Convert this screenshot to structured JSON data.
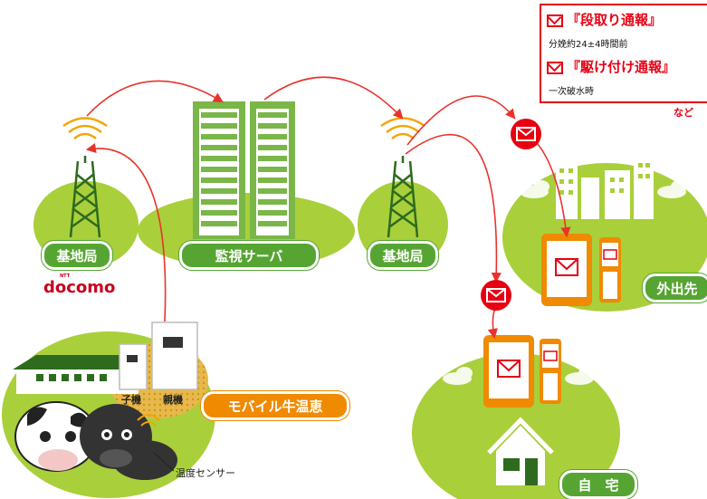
{
  "notice": {
    "items": [
      {
        "title": "『段取り通報』",
        "sub": "分娩約24±4時間前"
      },
      {
        "title": "『駆け付け通報』",
        "sub": "一次破水時"
      }
    ],
    "suffix": "など"
  },
  "labels": {
    "base_station_left": "基地局",
    "monitoring_server": "監視サーバ",
    "base_station_right": "基地局",
    "outside": "外出先",
    "home": "自　宅",
    "product": "モバイル牛温恵",
    "child_unit": "子機",
    "parent_unit": "親機",
    "sensor": "温度センサー"
  },
  "brand": {
    "name": "docomo",
    "ntt": "NTT"
  },
  "colors": {
    "green": "#56a532",
    "light_green": "#a9cf3b",
    "orange": "#f08a00",
    "red": "#e60012",
    "arrow": "#e8332c"
  }
}
